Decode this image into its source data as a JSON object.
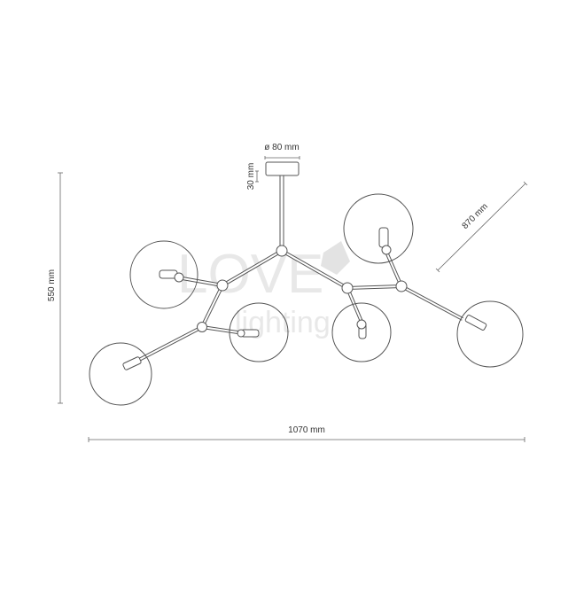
{
  "dimensions": {
    "canopy_diameter": "ø 80 mm",
    "canopy_height": "30 mm",
    "total_height": "550 mm",
    "total_width": "1070 mm",
    "diagonal": "870 mm"
  },
  "watermark": {
    "line1": "LOVE",
    "line2": "lighting"
  },
  "colors": {
    "line": "#555555",
    "text": "#333333",
    "watermark": "#e6e6e6"
  }
}
